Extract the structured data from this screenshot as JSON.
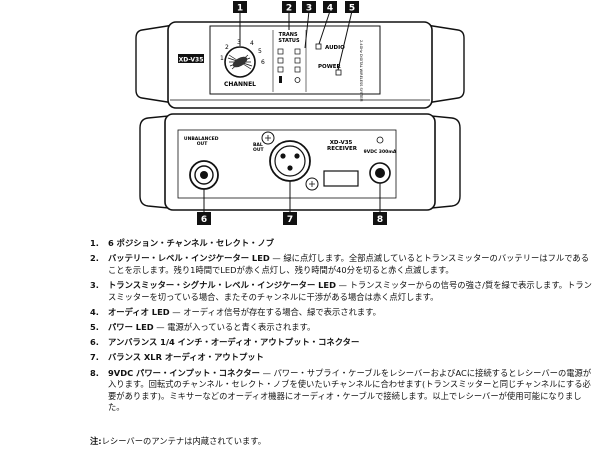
{
  "diagram": {
    "callouts": [
      "1",
      "2",
      "3",
      "4",
      "5",
      "6",
      "7",
      "8"
    ],
    "front_panel": {
      "model_badge": "XD-V35",
      "channel_label": "CHANNEL",
      "channel_numbers": [
        "1",
        "2",
        "3",
        "4",
        "5",
        "6"
      ],
      "trans_status_label": "TRANS\nSTATUS",
      "audio_label": "AUDIO",
      "power_label": "POWER",
      "side_text": "2.4GHz DIGITAL WIRELESS SYSTEM"
    },
    "rear_panel": {
      "unbalanced_label": "UNBALANCED\nOUT",
      "bal_label": "BAL\nOUT",
      "receiver_label": "XD-V35\nRECEIVER",
      "power_label": "9VDC 300mA"
    }
  },
  "legend": [
    {
      "num": "1.",
      "head": "6 ポジション・チャンネル・セレクト・ノブ",
      "body": ""
    },
    {
      "num": "2.",
      "head": "バッテリー・レベル・インジケーター LED",
      "body": " — 緑に点灯します。全部点滅しているとトランスミッターのバッテリーはフルであることを示します。残り1時間でLEDが赤く点灯し、残り時間が40分を切ると赤く点滅します。"
    },
    {
      "num": "3.",
      "head": "トランスミッター・シグナル・レベル・インジケーター LED",
      "body": " — トランスミッターからの信号の強さ/質を緑で表示します。トランスミッターを切っている場合、またそのチャンネルに干渉がある場合は赤く点灯します。"
    },
    {
      "num": "4.",
      "head": "オーディオ LED",
      "body": " — オーディオ信号が存在する場合、緑で表示されます。"
    },
    {
      "num": "5.",
      "head": "パワー LED",
      "body": " — 電源が入っていると青く表示されます。"
    },
    {
      "num": "6.",
      "head": "アンバランス 1/4 インチ・オーディオ・アウトプット・コネクター",
      "body": ""
    },
    {
      "num": "7.",
      "head": "バランス XLR オーディオ・アウトプット",
      "body": ""
    },
    {
      "num": "8.",
      "head": "9VDC パワー・インプット・コネクター",
      "body": " — パワー・サプライ・ケーブルをレシーバーおよびACに接続するとレシーバーの電源が入ります。回転式のチャンネル・セレクト・ノブを使いたいチャンネルに合わせます(トランスミッターと同じチャンネルにする必要があります)。ミキサーなどのオーディオ機器にオーディオ・ケーブルで接続します。以上でレシーバーが使用可能になりました。"
    }
  ],
  "note": {
    "label": "注:",
    "text": "レシーバーのアンテナは内蔵されています。"
  }
}
